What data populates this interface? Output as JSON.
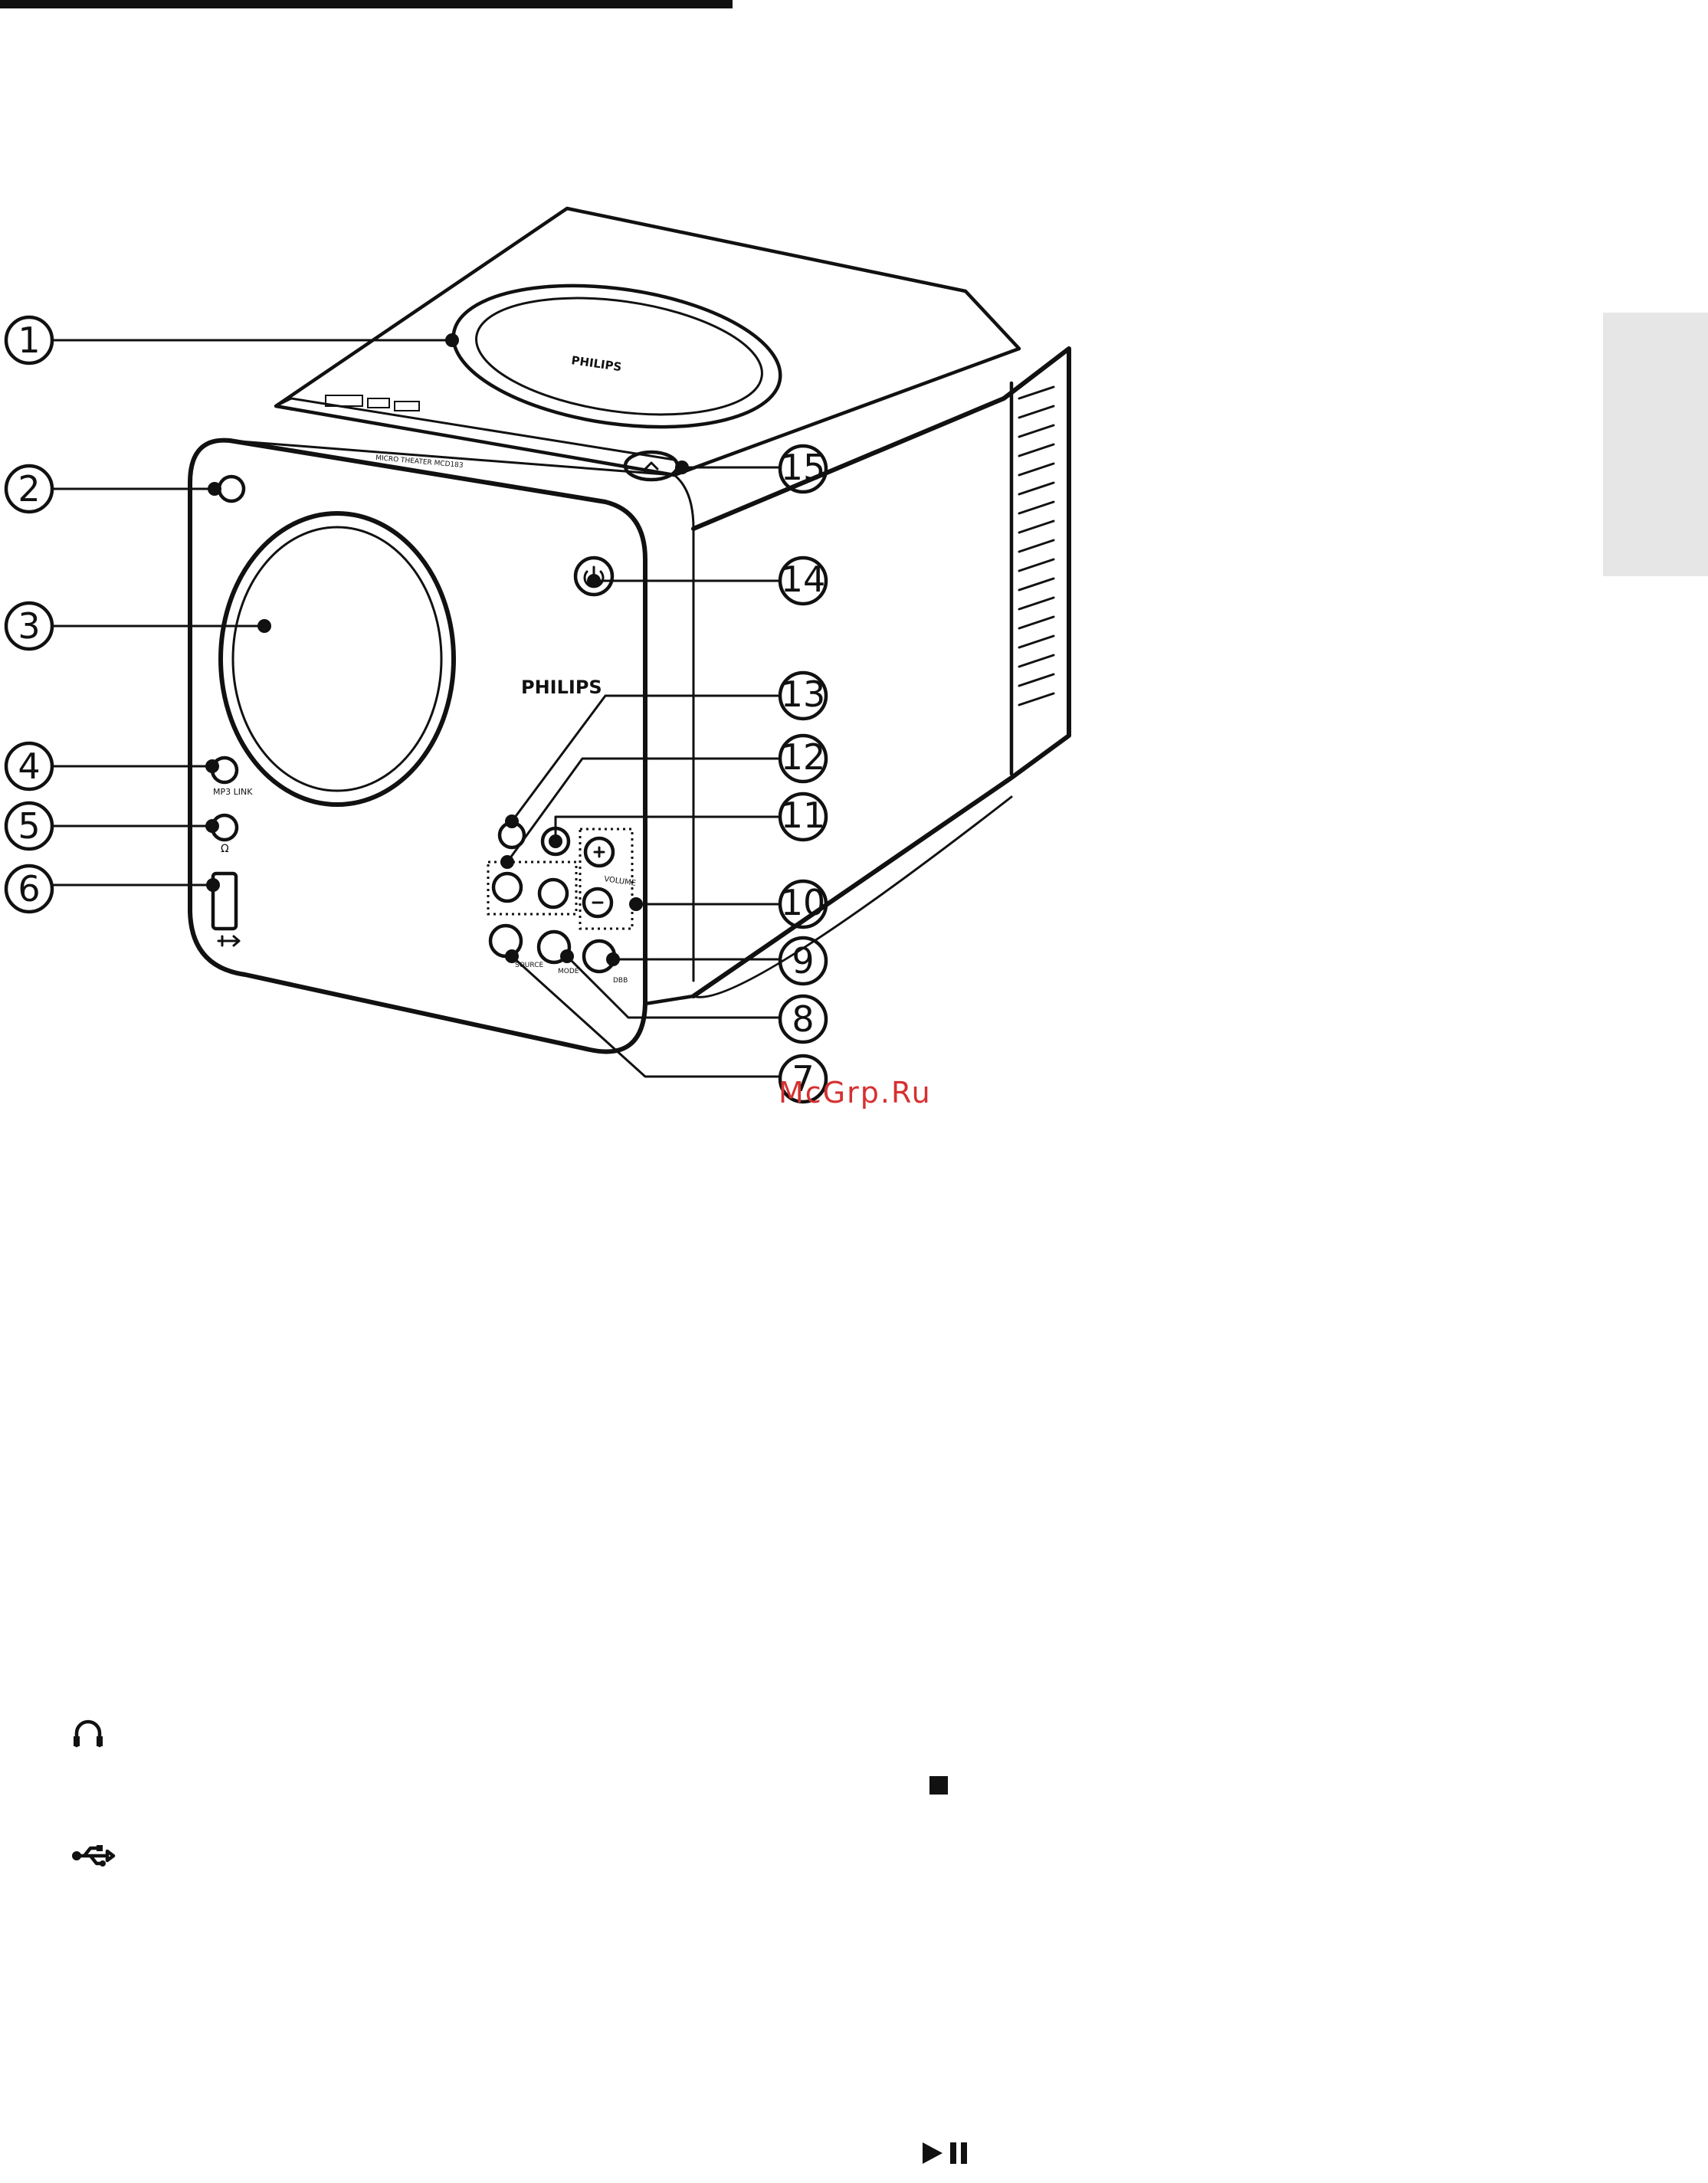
{
  "device": {
    "brand_top": "PHILIPS",
    "brand_front": "PHILIPS",
    "model_strip": "MICRO THEATER MCD183",
    "label_mp3link": "MP3 LINK",
    "label_volume": "VOLUME",
    "label_source": "SOURCE",
    "label_dbb": "DBB",
    "label_mode": "MODE"
  },
  "callouts": [
    {
      "num": "1"
    },
    {
      "num": "2"
    },
    {
      "num": "3"
    },
    {
      "num": "4"
    },
    {
      "num": "5"
    },
    {
      "num": "6"
    },
    {
      "num": "7"
    },
    {
      "num": "8"
    },
    {
      "num": "9"
    },
    {
      "num": "10"
    },
    {
      "num": "11"
    },
    {
      "num": "12"
    },
    {
      "num": "13"
    },
    {
      "num": "14"
    },
    {
      "num": "15"
    }
  ],
  "watermark": "McGrp.Ru",
  "icons": {
    "headphone": "headphone-icon",
    "usb": "usb-icon",
    "stop": "stop-icon",
    "play_pause": "play-pause-icon"
  }
}
